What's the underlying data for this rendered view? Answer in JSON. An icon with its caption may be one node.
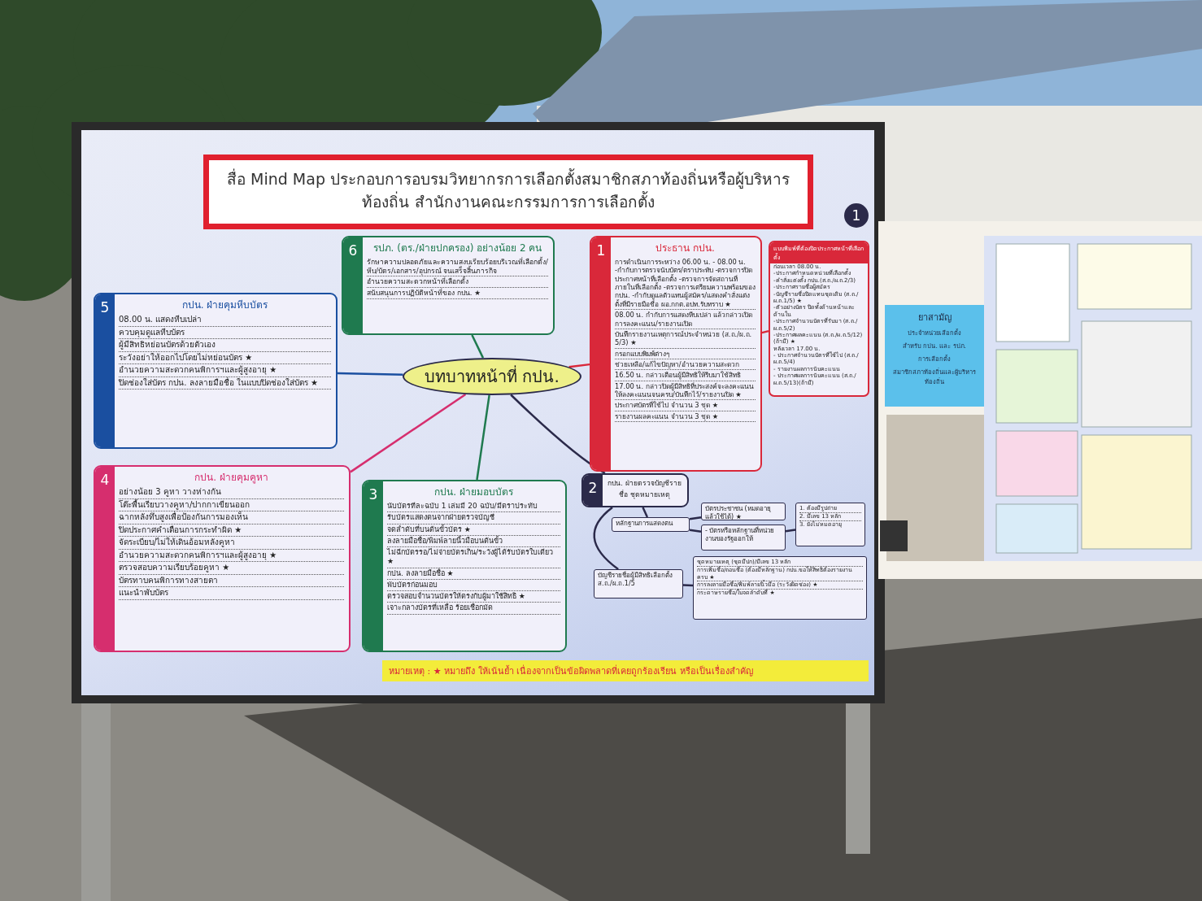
{
  "diagram": {
    "title": "สื่อ Mind Map ประกอบการอบรมวิทยากรการเลือกตั้งสมาชิกสภาท้องถิ่นหรือผู้บริหารท้องถิ่น สำนักงานคณะกรรมการการเลือกตั้ง",
    "nodes": [
      {
        "text": [
          "บทบาทหน้าที่ กปน."
        ]
      },
      {
        "text": [
          "1",
          "ประธาน กปน.",
          "การดำเนินการระหว่าง 06.00 น. - 08.00 น. -กำกับการตรวจนับบัตร/ตราประทับ -ตรวจการปิดประกาศหน้าที่เลือกตั้ง -ตรวจการจัดสถานที่ภายในที่เลือกตั้ง -ตรวจการเตรียมความพร้อมของ กปน. -กำกับดูแลตัวแทนผู้สมัคร/แสดงคำสั่งแต่งตั้งที่มีรายมือชื่อ ผอ.กกต.อปท.รับทราบ ★",
          "08.00 น. กำกับการแสดงหีบเปล่า แล้วกล่าวเปิดการลงคะแนน/รายงานเปิด",
          "บันทึกรายงานเหตุการณ์ประจำหน่วย (ส.ถ./ผ.ถ. 5/3) ★",
          "กรอกแบบพิมพ์ต่างๆ",
          "ช่วยเหลือ/แก้ไขปัญหา/อำนวยความสะดวก",
          "16.50 น. กล่าวเตือนผู้มีสิทธิให้รีบมาใช้สิทธิ",
          "17.00 น. กล่าวปิดผู้มีสิทธิที่ประสงค์จะลงคะแนนให้ลงคะแนนจนครบ/บันทึกไว้/รายงานปิด ★",
          "ประกาศบัตรที่ใช้ไป จำนวน 3 ชุด ★",
          "รายงานผลคะแนน จำนวน 3 ชุด ★"
        ]
      },
      {
        "text": [
          "แบบพิมพ์ที่ต้องปิดประกาศหน้าที่เลือกตั้ง",
          "ก่อนเวลา 08.00 น.",
          "-ประกาศกำหนดหน่วยที่เลือกตั้ง",
          "-คำสั่งแต่งตั้ง กปน.(ส.ถ./ผ.ถ.2/3)",
          "-ประกาศรายชื่อผู้สมัคร",
          "-บัญชีรายชื่อปิดแทนชุดเดิม (ส.ถ./ผ.ถ.1/5) ★",
          "-ตัวอย่างบัตร ปิดทั้งด้านหน้าและด้านใน",
          "-ประกาศจำนวนบัตรที่รับมา (ส.ถ./ผ.ถ.5/2)",
          "-ประกาศผลคะแนน (ส.ถ./ผ.ถ.5/12)(ถ้ามี) ★",
          "หลังเวลา 17.00 น.",
          "- ประกาศจำนวนบัตรที่ใช้ไป (ส.ถ./ผ.ถ.5/4)",
          "- รายงานผลการนับคะแนน",
          "- ประกาศผลการนับคะแนน (ส.ถ./ผ.ถ.5/13)(ถ้ามี)"
        ]
      },
      {
        "text": [
          "2",
          "กปน. ฝ่ายตรวจบัญชีรายชื่อ ชุดหมายเหตุ"
        ]
      },
      {
        "text": [
          "หลักฐานการแสดงตน"
        ]
      },
      {
        "text": [
          "บัตรประชาชน (หมดอายุแล้วใช้ได้) ★"
        ]
      },
      {
        "text": [
          "- บัตรหรือหลักฐานที่หน่วยงานของรัฐออกให้"
        ]
      },
      {
        "text": [
          "1. ต้องมีรูปถ่าย",
          "2. มีเลข 13 หลัก",
          "3. ยังไม่หมดอายุ"
        ]
      },
      {
        "text": [
          "บัญชีรายชื่อผู้มีสิทธิเลือกตั้ง ส.ถ./ผ.ถ.1/5"
        ]
      },
      {
        "text": [
          "ชุดหมายเหตุ (ชุดมีปก)/มีเลข 13 หลัก",
          "การเพิ่มชื่อ/ถอนชื่อ (ต้องมีหลักฐาน) กปน.ขอให้สิทธิต้องรายงานครบ ★",
          "การลงลายมือชื่อ/พิมพ์ลายนิ้วมือ (ระวังผิดช่อง) ★",
          "กระดาษรายชื่อ/ใบจดลำดับที่ ★"
        ]
      },
      {
        "text": [
          "3",
          "กปน. ฝ่ายมอบบัตร",
          "นับบัตรทีละฉบับ 1 เล่มมี 20 ฉบับ/มีตราประทับ",
          "รับบัตรแสดงตนจากฝ่ายตรวจบัญชี",
          "จดลำดับที่บนต้นขั้วบัตร ★",
          "ลงลายมือชื่อ/พิมพ์ลายนิ้วมือบนต้นขั้ว",
          "ไม่ฉีกบัตรรอ/ไม่จ่ายบัตรเกิน/ระวังผู้ได้รับบัตรใบเดียว ★",
          "กปน. ลงลายมือชื่อ ★",
          "พับบัตรก่อนมอบ",
          "ตรวจสอบจำนวนบัตรให้ตรงกับผู้มาใช้สิทธิ ★",
          "เจาะกลางบัตรที่เหลือ ร้อยเชือกมัด"
        ]
      },
      {
        "text": [
          "4",
          "กปน. ฝ่ายคุมคูหา",
          "อย่างน้อย 3 คูหา วางห่างกัน",
          "โต๊ะพื้นเรียบวางคูหา/ปากกาเขียนออก",
          "ฉากหลังทึบสูงเพื่อป้องกันการมองเห็น",
          "ปิดประกาศคำเตือนการกระทำผิด ★",
          "จัดระเบียบ/ไม่ให้เดินอ้อมหลังคูหา",
          "อำนวยความสะดวกคนพิการฯและผู้สูงอายุ ★",
          "ตรวจสอบความเรียบร้อยคูหา ★",
          "บัตรทาบคนพิการทางสายตา",
          "แนะนำพับบัตร"
        ]
      },
      {
        "text": [
          "5",
          "กปน. ฝ่ายคุมหีบบัตร",
          "08.00 น. แสดงหีบเปล่า",
          "ควบคุมดูแลหีบบัตร",
          "ผู้มีสิทธิหย่อนบัตรด้วยตัวเอง",
          "ระวังอย่าให้ออกไปโดยไม่หย่อนบัตร ★",
          "อำนวยความสะดวกคนพิการฯและผู้สูงอายุ ★",
          "ปิดช่องใส่บัตร กปน. ลงลายมือชื่อ ในแบบปิดช่องใส่บัตร ★"
        ]
      },
      {
        "text": [
          "6",
          "รปภ. (ตร./ฝ่ายปกครอง) อย่างน้อย 2 คน",
          "รักษาความปลอดภัยและความสงบเรียบร้อยบริเวณที่เลือกตั้ง/หีบ/บัตร/เอกสาร/อุปกรณ์ จนเสร็จสิ้นภารกิจ",
          "อำนวยความสะดวกหน้าที่เลือกตั้ง",
          "สนับสนุนการปฏิบัติหน้าที่ของ กปน. ★"
        ]
      }
    ],
    "edges": [
      {
        "from": 0,
        "to": 1,
        "arrow": "none",
        "color": "#d9283a"
      },
      {
        "from": 0,
        "to": 3,
        "arrow": "none"
      },
      {
        "from": 0,
        "to": 10,
        "arrow": "none",
        "color": "#1f7a4f"
      },
      {
        "from": 0,
        "to": 11,
        "arrow": "none",
        "color": "#d62e6e"
      },
      {
        "from": 0,
        "to": 12,
        "arrow": "none",
        "color": "#1a4fa0"
      },
      {
        "from": 0,
        "to": 13,
        "arrow": "none",
        "color": "#1f7a4f"
      },
      {
        "from": 1,
        "to": 2,
        "arrow": "none",
        "color": "#d9283a"
      },
      {
        "from": 3,
        "to": 4,
        "arrow": "none"
      },
      {
        "from": 3,
        "to": 8,
        "arrow": "none"
      },
      {
        "from": 4,
        "to": 5,
        "arrow": "none"
      },
      {
        "from": 4,
        "to": 6,
        "arrow": "none"
      },
      {
        "from": 6,
        "to": 7,
        "arrow": "none"
      },
      {
        "from": 8,
        "to": 9,
        "arrow": "none"
      }
    ],
    "labels": [
      "1",
      "หมายเหตุ : ★ หมายถึง ให้เน้นย้ำ เนื่องจากเป็นข้อผิดพลาดที่เคยถูกร้องเรียน หรือเป็นเรื่องสำคัญ",
      "ยาสามัญ",
      "ประจำหน่วยเลือกตั้ง",
      "สำหรับ กปน. และ รปภ.",
      "การเลือกตั้ง",
      "สมาชิกสภาท้องถิ่นและผู้บริหารท้องถิ่น"
    ]
  }
}
